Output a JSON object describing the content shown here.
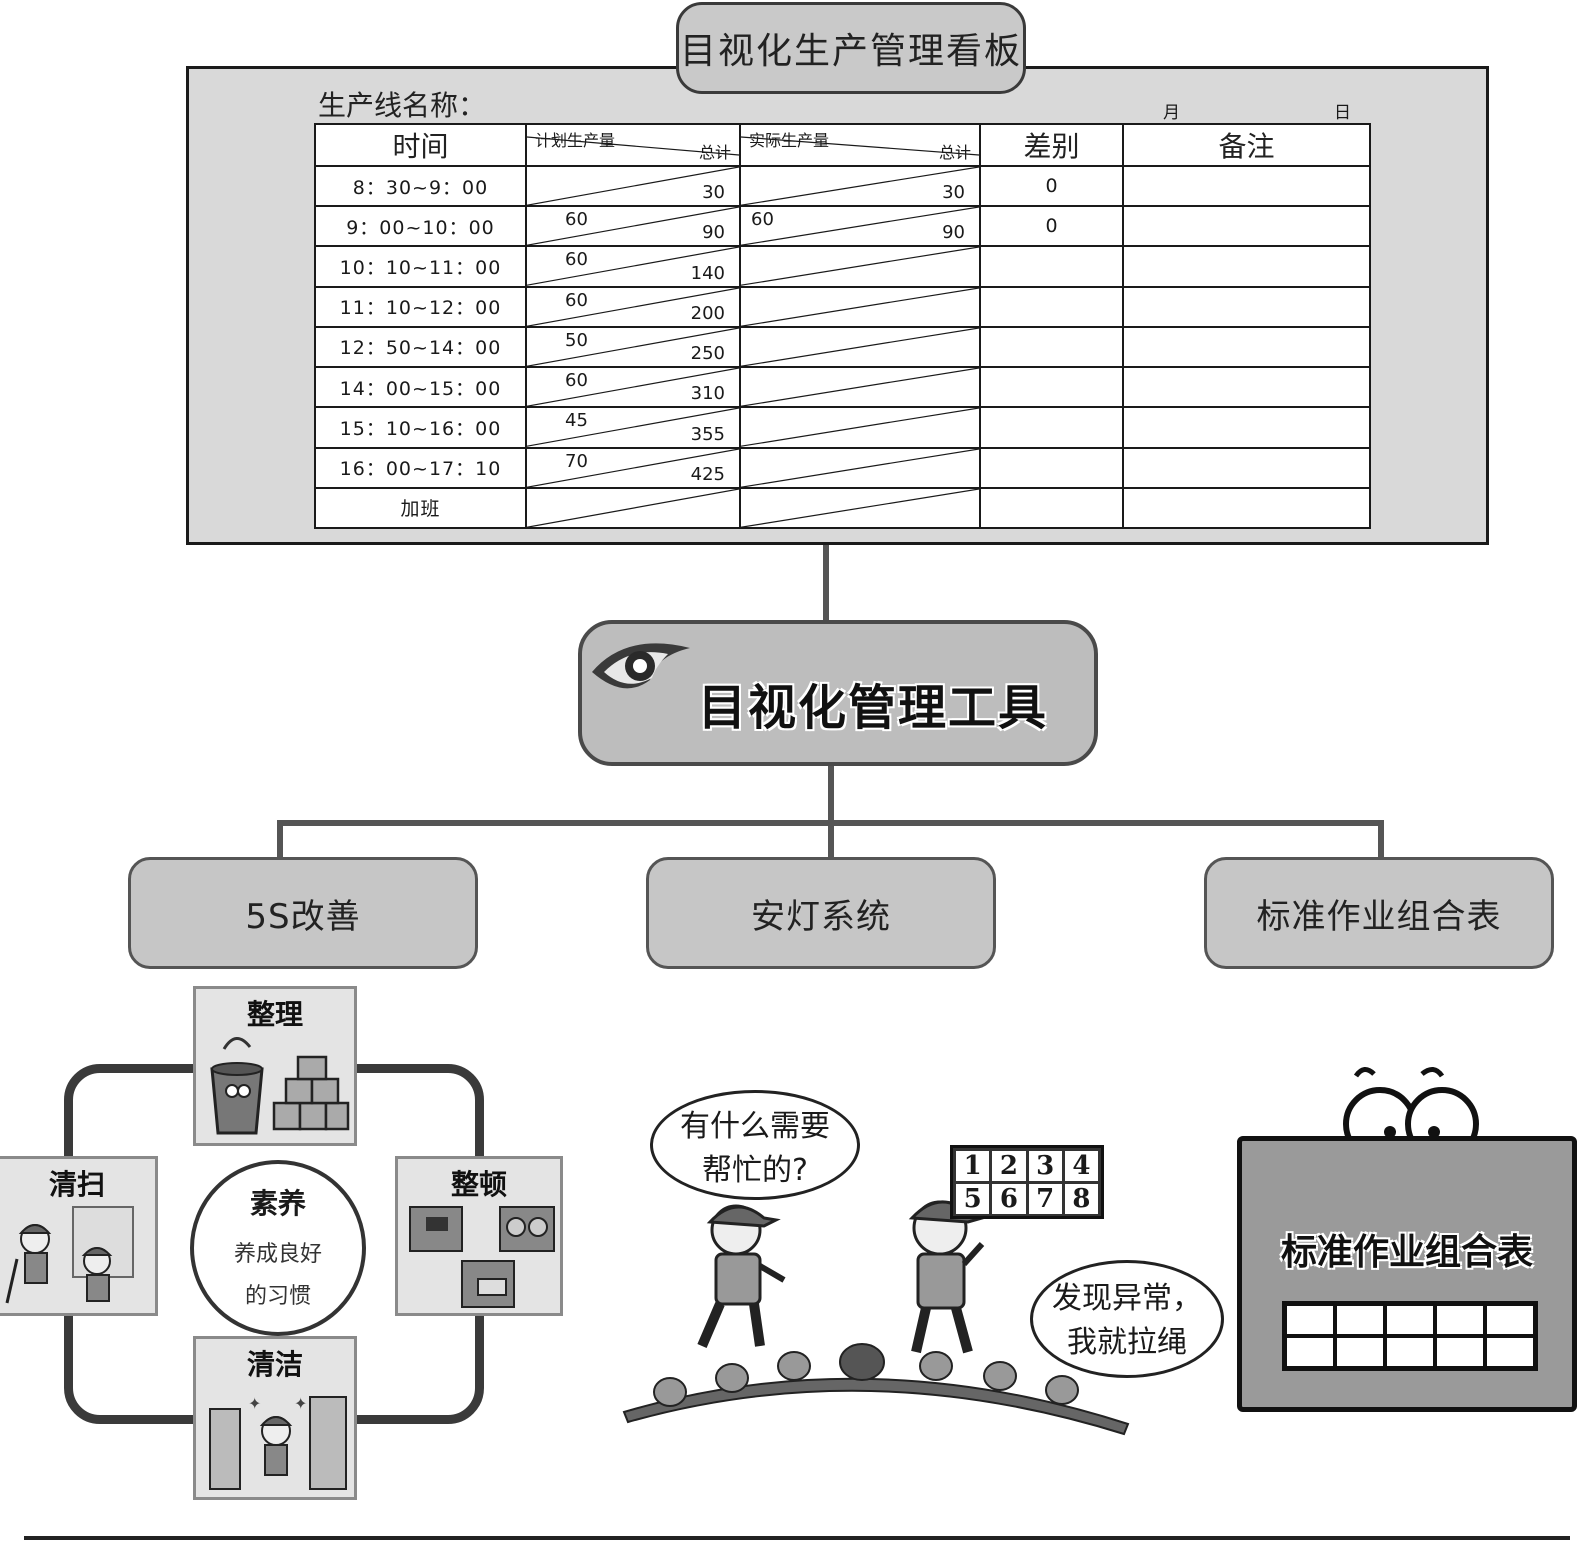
{
  "board": {
    "title": "目视化生产管理看板",
    "line_name_label": "生产线名称：",
    "month_label": "月",
    "day_label": "日",
    "headers": {
      "time": "时间",
      "planned": "计划生产量",
      "planned_total": "总计",
      "actual": "实际生产量",
      "actual_total": "总计",
      "difference": "差别",
      "remarks": "备注"
    },
    "rows": [
      {
        "time": "8：30~9：00",
        "plan": "",
        "plan_total": "30",
        "actual": "",
        "actual_total": "30",
        "diff": "0"
      },
      {
        "time": "9：00~10：00",
        "plan": "60",
        "plan_total": "90",
        "actual": "60",
        "actual_total": "90",
        "diff": "0"
      },
      {
        "time": "10：10~11：00",
        "plan": "60",
        "plan_total": "140",
        "actual": "",
        "actual_total": "",
        "diff": ""
      },
      {
        "time": "11：10~12：00",
        "plan": "60",
        "plan_total": "200",
        "actual": "",
        "actual_total": "",
        "diff": ""
      },
      {
        "time": "12：50~14：00",
        "plan": "50",
        "plan_total": "250",
        "actual": "",
        "actual_total": "",
        "diff": ""
      },
      {
        "time": "14：00~15：00",
        "plan": "60",
        "plan_total": "310",
        "actual": "",
        "actual_total": "",
        "diff": ""
      },
      {
        "time": "15：10~16：00",
        "plan": "45",
        "plan_total": "355",
        "actual": "",
        "actual_total": "",
        "diff": ""
      },
      {
        "time": "16：00~17：10",
        "plan": "70",
        "plan_total": "425",
        "actual": "",
        "actual_total": "",
        "diff": ""
      },
      {
        "time": "加班",
        "plan": "",
        "plan_total": "",
        "actual": "",
        "actual_total": "",
        "diff": ""
      }
    ]
  },
  "center": {
    "title": "目视化管理工具",
    "icon": "eye-icon"
  },
  "branches": [
    "5S改善",
    "安灯系统",
    "标准作业组合表"
  ],
  "five_s": {
    "seiri": "整理",
    "seiton": "整顿",
    "seiso": "清扫",
    "seiketsu": "清洁",
    "shitsuke": "素养",
    "shitsuke_desc_1": "养成良好",
    "shitsuke_desc_2": "的习惯"
  },
  "andon": {
    "bubble_left_1": "有什么需要",
    "bubble_left_2": "帮忙的?",
    "bubble_right_1": "发现异常，",
    "bubble_right_2": "我就拉绳",
    "panel_numbers": [
      "1",
      "2",
      "3",
      "4",
      "5",
      "6",
      "7",
      "8"
    ]
  },
  "standard_work": {
    "title": "标准作业组合表"
  },
  "colors": {
    "board_bg": "#d9d9d9",
    "box_bg": "#c6c6c6",
    "line": "#555555"
  }
}
